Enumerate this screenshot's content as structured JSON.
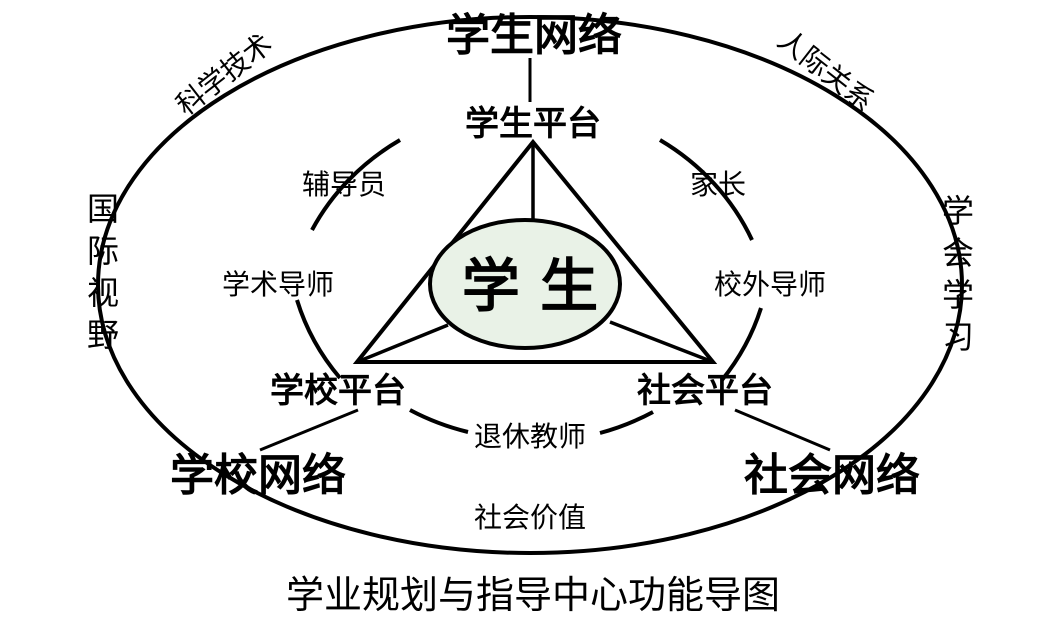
{
  "diagram": {
    "center": "学 生",
    "networks": {
      "student": "学生网络",
      "school": "学校网络",
      "society": "社会网络"
    },
    "platforms": {
      "student": "学生平台",
      "school": "学校平台",
      "society": "社会平台"
    },
    "inner_labels": {
      "counselor": "辅导员",
      "academic_mentor": "学术导师",
      "parents": "家长",
      "external_mentor": "校外导师",
      "retired_teachers": "退休教师"
    },
    "outer_labels": {
      "science_tech": "科学技术",
      "interpersonal": "人际关系",
      "social_value": "社会价值",
      "global_view": [
        "国",
        "际",
        "视",
        "野"
      ],
      "learn_to_learn": [
        "学",
        "会",
        "学",
        "习"
      ]
    },
    "caption": "学业规划与指导中心功能导图",
    "colors": {
      "ellipse_fill": "#e9f2e7",
      "stroke": "#000000"
    }
  }
}
